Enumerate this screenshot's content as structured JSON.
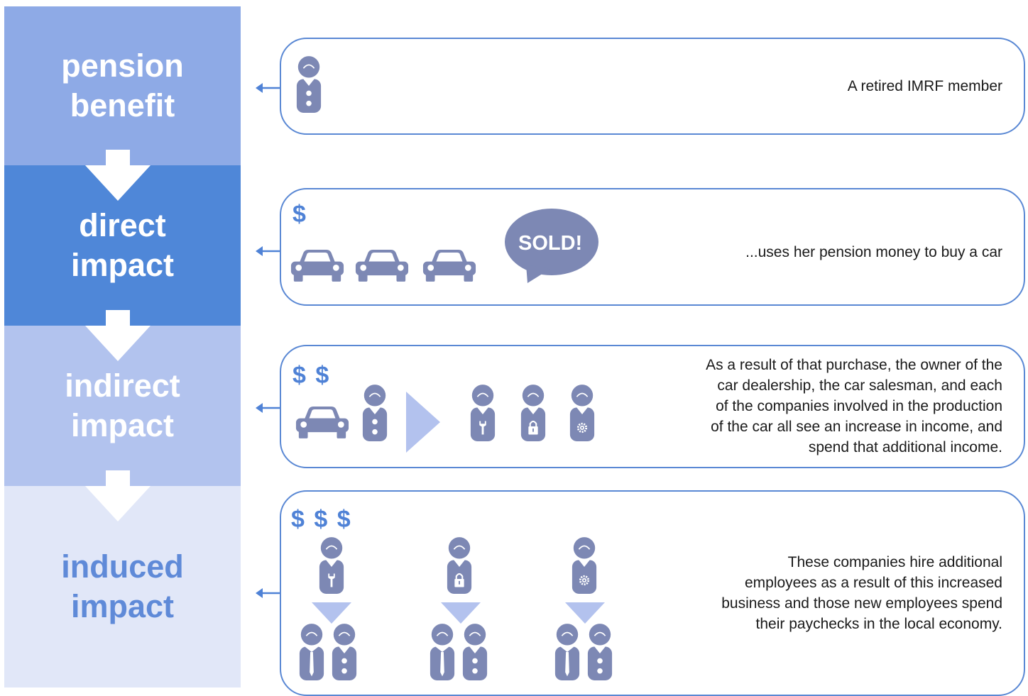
{
  "stages": [
    {
      "line1": "pension",
      "line2": "benefit"
    },
    {
      "line1": "direct",
      "line2": "impact"
    },
    {
      "line1": "indirect",
      "line2": "impact"
    },
    {
      "line1": "induced",
      "line2": "impact"
    }
  ],
  "panels": [
    {
      "caption": [
        "A retired IMRF member"
      ]
    },
    {
      "caption": [
        "...uses her pension money to buy a car"
      ],
      "dollars": "$",
      "bubble": "SOLD!"
    },
    {
      "caption": [
        "As a result of that purchase, the owner of the",
        "car dealership, the car salesman, and each",
        "of the companies involved in the production",
        "of the car all see an increase in income, and",
        "spend that additional income."
      ],
      "dollars": "$ $"
    },
    {
      "caption": [
        "These companies hire additional",
        "employees as a result of this increased",
        "business and those new employees spend",
        "their paychecks in the local economy."
      ],
      "dollars": "$ $ $"
    }
  ],
  "colors": {
    "band1": "#8eaae6",
    "band2": "#4f87d8",
    "band3": "#b2c3ee",
    "band4": "#e1e7f8",
    "text_light": "#ffffff",
    "text_induced": "#5f8ad8",
    "icon": "#7d88b4",
    "accent_blue": "#4f82d6",
    "arrow_light": "#b3c2ee"
  },
  "icons": [
    "person-icon",
    "car-icon",
    "speech-bubble-icon",
    "wrench-badge-icon",
    "lock-badge-icon",
    "gear-badge-icon",
    "tie-person-icon",
    "play-arrow-icon",
    "down-triangle-icon"
  ]
}
